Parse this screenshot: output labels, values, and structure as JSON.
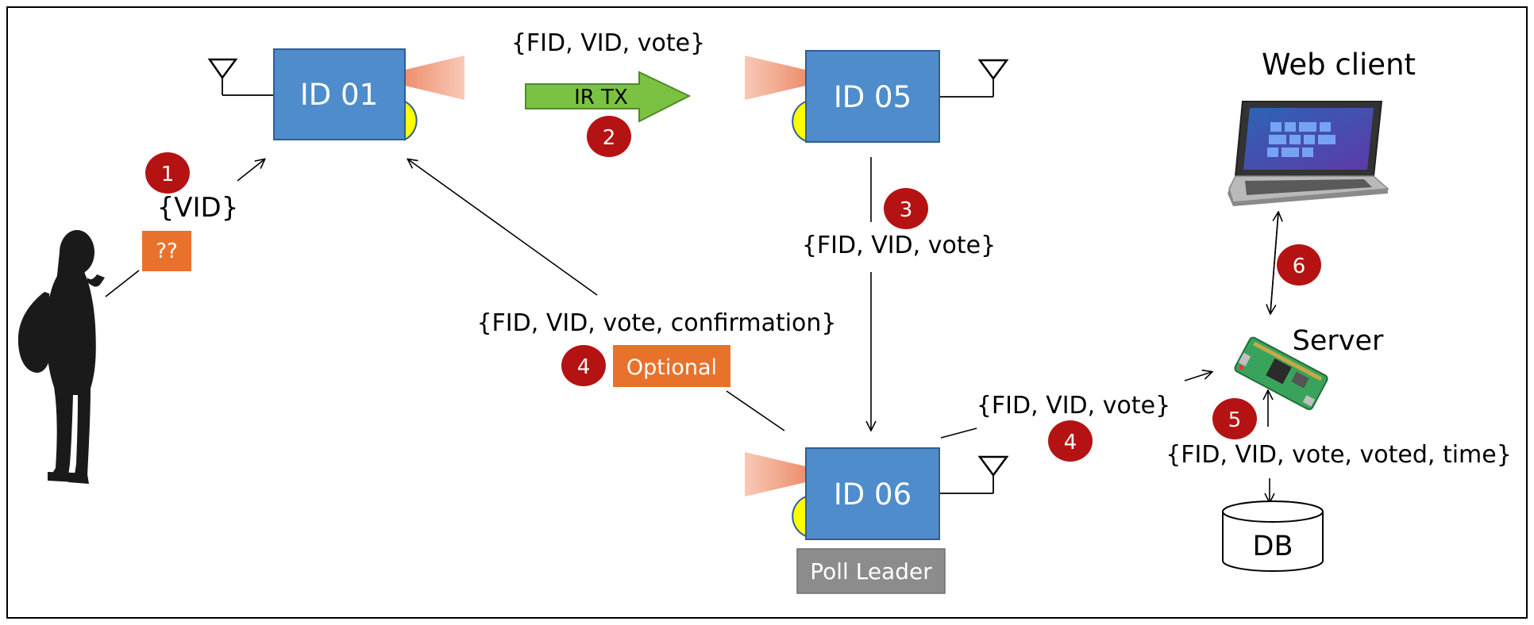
{
  "nodes": {
    "id01": "ID 01",
    "id05": "ID 05",
    "id06": "ID 06"
  },
  "tags": {
    "unknown": "??",
    "optional": "Optional",
    "poll_leader": "Poll Leader"
  },
  "arrow_label": "IR TX",
  "messages": {
    "vid": "{VID}",
    "ir_packet": "{FID, VID, vote}",
    "relay": "{FID, VID, vote}",
    "confirmation": "{FID, VID, vote, confirmation}",
    "to_server": "{FID, VID, vote}",
    "to_db": "{FID, VID, vote, voted, time}"
  },
  "labels": {
    "web_client": "Web client",
    "server": "Server",
    "db": "DB"
  },
  "steps": {
    "s1": "1",
    "s2": "2",
    "s3": "3",
    "s4a": "4",
    "s4b": "4",
    "s5": "5",
    "s6": "6"
  },
  "icons": [
    "person-silhouette-icon",
    "antenna-icon",
    "ir-emitter-icon",
    "ir-receiver-icon",
    "laptop-icon",
    "raspberry-pi-icon",
    "database-icon"
  ],
  "colors": {
    "node_fill": "#4f8ccb",
    "node_stroke": "#2f5f91",
    "tag_orange": "#e8722c",
    "tag_gray": "#8c8c8c",
    "badge_red": "#b51313",
    "arrow_green": "#7cc242",
    "emitter": "#ee8f6f",
    "receiver": "#ffff00"
  }
}
